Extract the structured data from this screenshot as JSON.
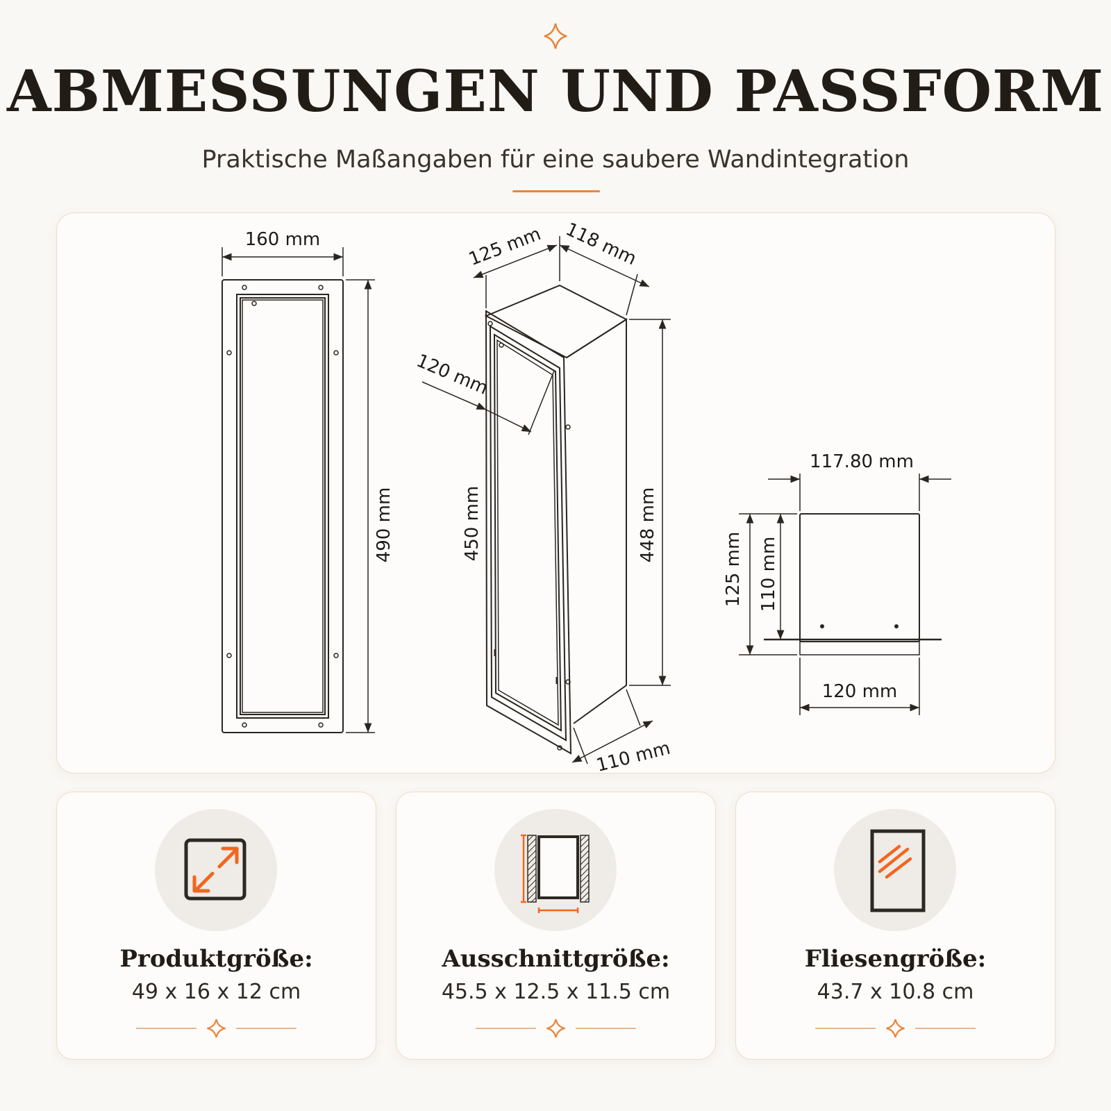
{
  "header": {
    "title": "ABMESSUNGEN UND PASSFORM",
    "subtitle": "Praktische Maßangaben für eine saubere Wandintegration"
  },
  "colors": {
    "accent": "#e9853b",
    "line": "#2b2520",
    "background": "#faf8f4"
  },
  "diagram": {
    "front_view": {
      "width_label": "160 mm",
      "height_label": "490 mm"
    },
    "perspective_view": {
      "top_width_label": "125 mm",
      "top_depth_label": "118 mm",
      "inner_width_label": "120 mm",
      "inner_height_label": "450 mm",
      "body_height_label": "448 mm",
      "bottom_depth_label": "110 mm"
    },
    "top_view": {
      "top_width_label": "117.80 mm",
      "outer_depth_label": "125 mm",
      "inner_depth_label": "110 mm",
      "bottom_width_label": "120 mm"
    }
  },
  "cards": [
    {
      "icon": "resize-arrows-icon",
      "title": "Produktgröße:",
      "value": "49 x 16 x 12 cm"
    },
    {
      "icon": "wall-cutout-icon",
      "title": "Ausschnittgröße:",
      "value": "45.5 x 12.5 x 11.5 cm"
    },
    {
      "icon": "tile-icon",
      "title": "Fliesengröße:",
      "value": "43.7 x 10.8 cm"
    }
  ]
}
